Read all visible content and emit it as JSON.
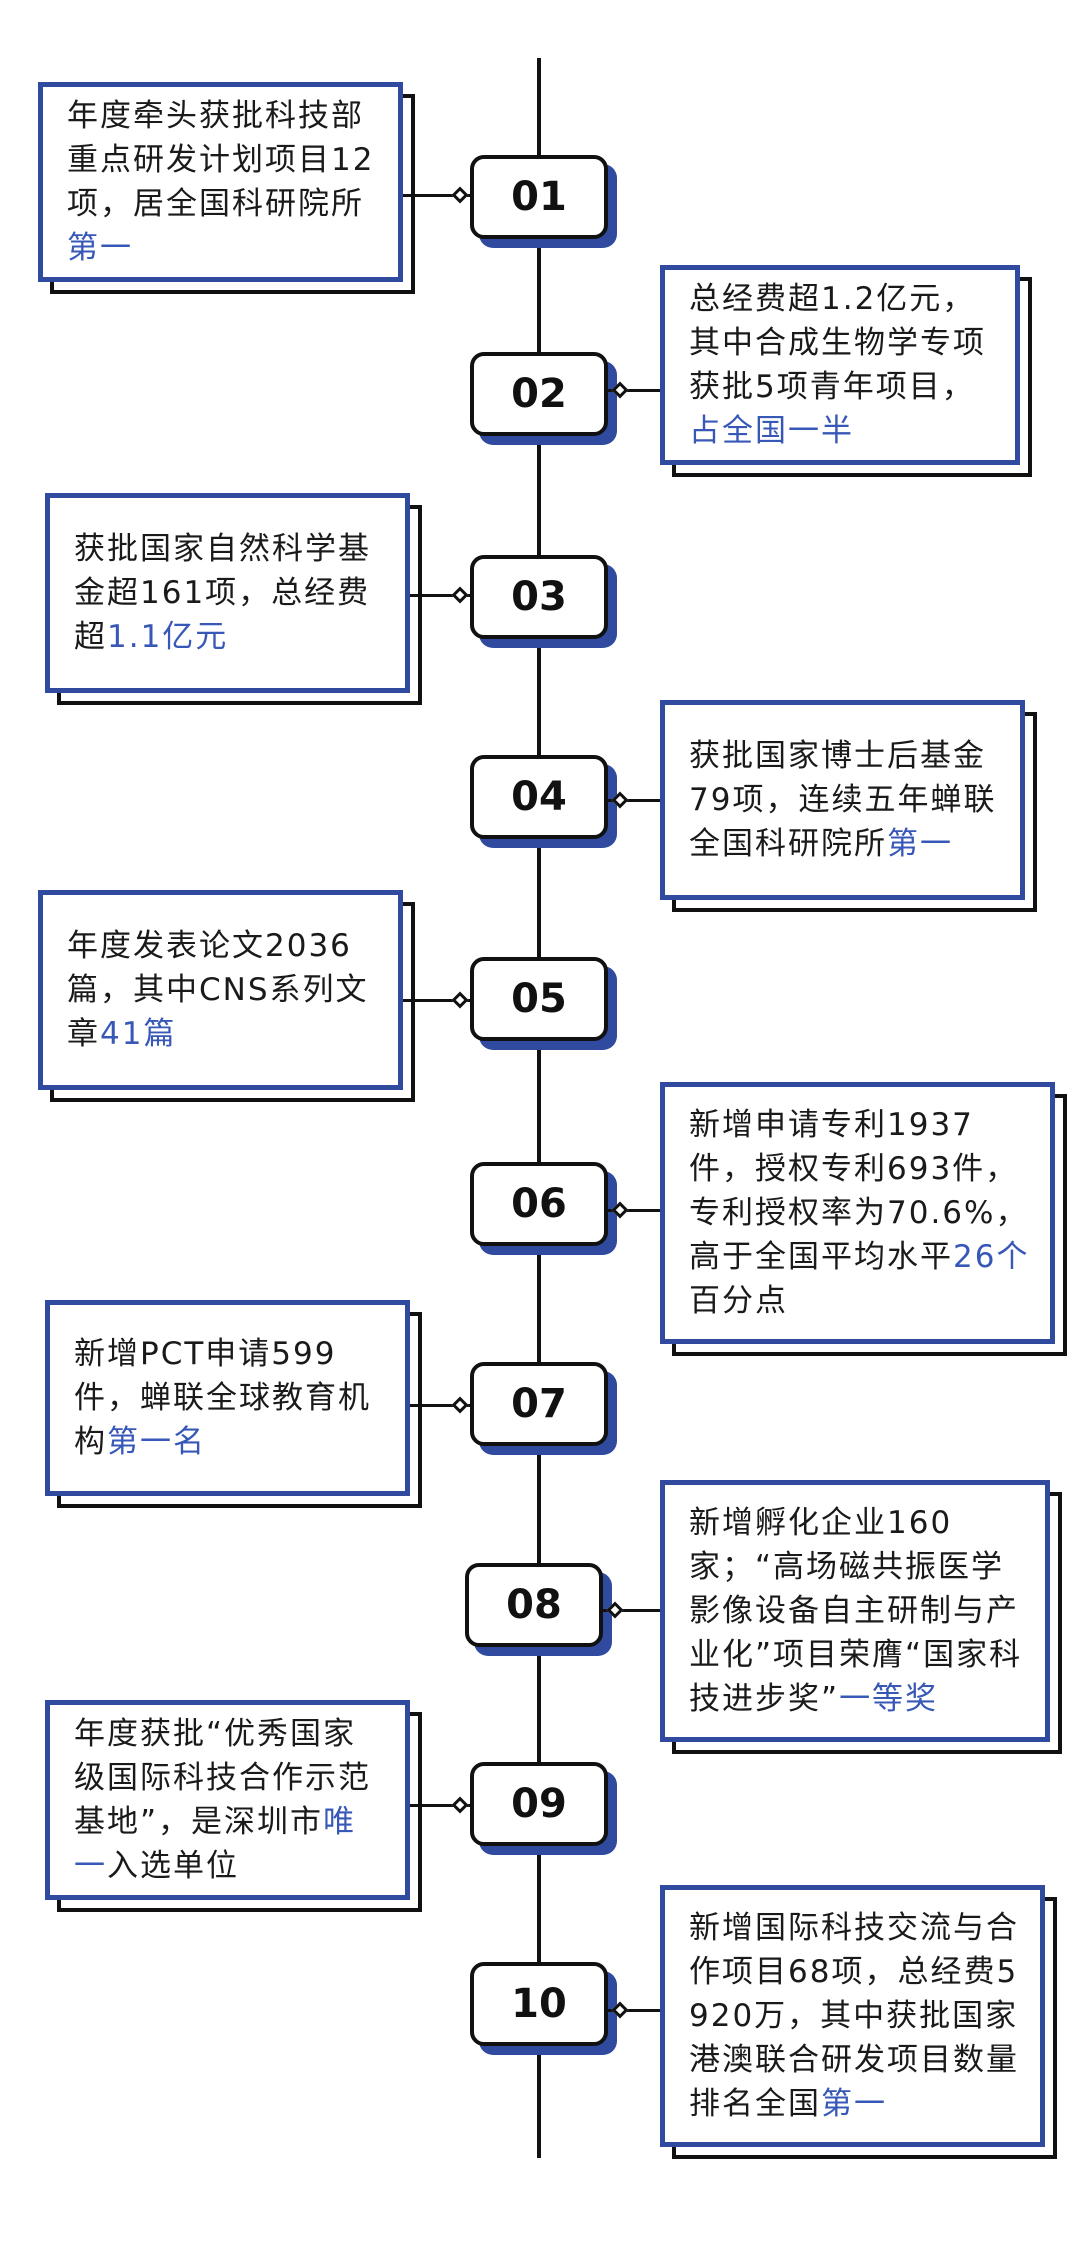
{
  "colors": {
    "accent": "#3858b8",
    "border": "#2f4a9e",
    "line": "#111111"
  },
  "items": [
    {
      "num": "01",
      "side": "left",
      "pre": "年度牵头获批科技部重点研发计划项目12项，居全国科研院所",
      "hl": "第一",
      "post": ""
    },
    {
      "num": "02",
      "side": "right",
      "pre": "总经费超1.2亿元，其中合成生物学专项获批5项青年项目，",
      "hl": "占全国一半",
      "post": ""
    },
    {
      "num": "03",
      "side": "left",
      "pre": "获批国家自然科学基金超161项，总经费超",
      "hl": "1.1亿元",
      "post": ""
    },
    {
      "num": "04",
      "side": "right",
      "pre": "获批国家博士后基金79项，连续五年蝉联全国科研院所",
      "hl": "第一",
      "post": ""
    },
    {
      "num": "05",
      "side": "left",
      "pre": "年度发表论文2036篇，其中CNS系列文章",
      "hl": "41篇",
      "post": ""
    },
    {
      "num": "06",
      "side": "right",
      "pre": "新增申请专利1937件，授权专利693件，专利授权率为70.6%，高于全国平均水平",
      "hl": "26个",
      "post": "百分点"
    },
    {
      "num": "07",
      "side": "left",
      "pre": "新增PCT申请599件，蝉联全球教育机构",
      "hl": "第一名",
      "post": ""
    },
    {
      "num": "08",
      "side": "right",
      "pre": "新增孵化企业160家；“高场磁共振医学影像设备自主研制与产业化”项目荣膺“国家科技进步奖”",
      "hl": "一等奖",
      "post": ""
    },
    {
      "num": "09",
      "side": "left",
      "pre": "年度获批“优秀国家级国际科技合作示范基地”，是深圳市",
      "hl": "唯一",
      "post": "入选单位"
    },
    {
      "num": "10",
      "side": "right",
      "pre": "新增国际科技交流与合作项目68项，总经费5920万，其中获批国家港澳联合研发项目数量排名全国",
      "hl": "第一",
      "post": ""
    }
  ]
}
